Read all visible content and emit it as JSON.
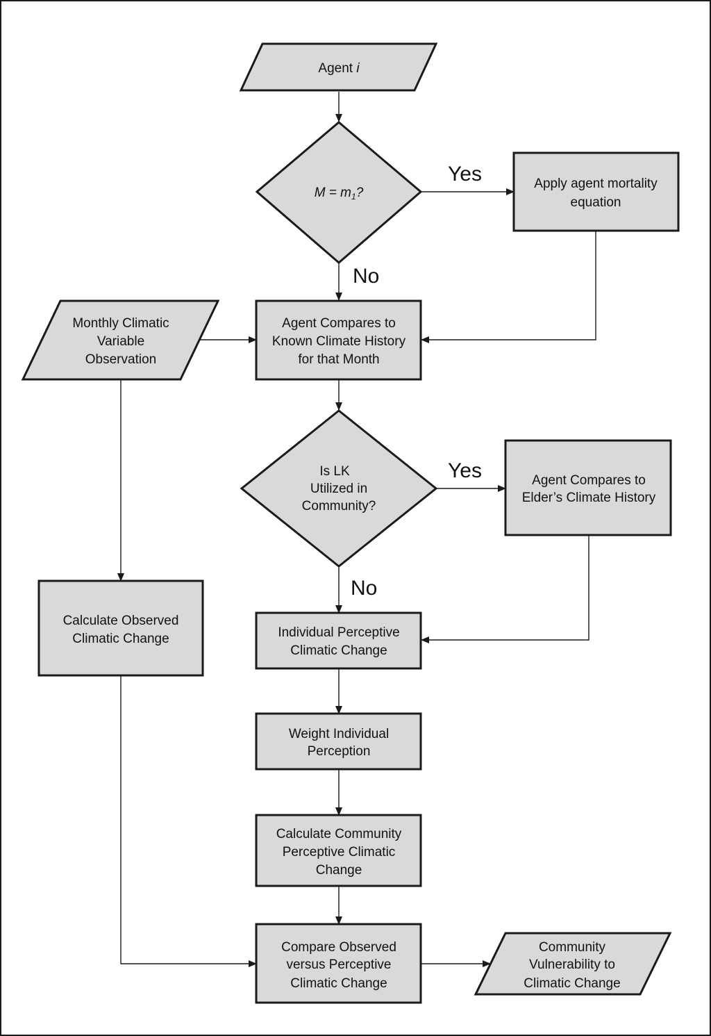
{
  "nodes": {
    "agent_i": {
      "text": "Agent ",
      "italic": "i"
    },
    "mortality_check": {
      "m_prefix": "M = m",
      "m_sub": "1",
      "m_suffix": "?"
    },
    "apply_mortality": {
      "line1": "Apply agent mortality",
      "line2": "equation"
    },
    "monthly_observation": {
      "line1": "Monthly Climatic",
      "line2": "Variable",
      "line3": "Observation"
    },
    "agent_compares_known": {
      "line1": "Agent Compares to",
      "line2": "Known Climate History",
      "line3": "for that Month"
    },
    "lk_check": {
      "line1": "Is LK",
      "line2": "Utilized in",
      "line3": "Community?"
    },
    "agent_compares_elder": {
      "line1": "Agent Compares to",
      "line2": "Elder’s Climate History"
    },
    "calculate_observed": {
      "line1": "Calculate Observed",
      "line2": "Climatic Change"
    },
    "individual_perceptive": {
      "line1": "Individual Perceptive",
      "line2": "Climatic Change"
    },
    "weight_individual": {
      "line1": "Weight Individual",
      "line2": "Perception"
    },
    "community_perceptive": {
      "line1": "Calculate Community",
      "line2": "Perceptive Climatic",
      "line3": "Change"
    },
    "compare_observed": {
      "line1": "Compare Observed",
      "line2": "versus Perceptive",
      "line3": "Climatic Change"
    },
    "community_vulnerability": {
      "line1": "Community",
      "line2": "Vulnerability to",
      "line3": "Climatic Change"
    }
  },
  "edge_labels": {
    "mortality_yes": "Yes",
    "mortality_no": "No",
    "lk_yes": "Yes",
    "lk_no": "No"
  },
  "colors": {
    "shape_fill": "#d9d9d9",
    "stroke": "#1a1a1a"
  }
}
